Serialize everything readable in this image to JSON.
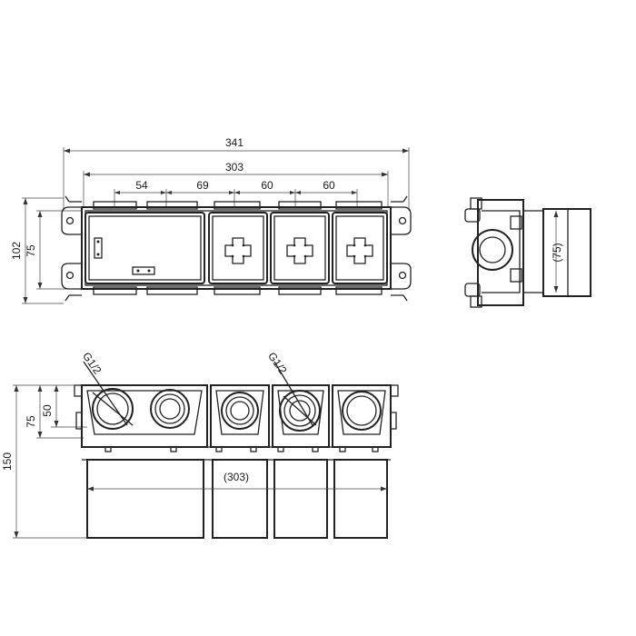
{
  "dimensions": {
    "top_view": {
      "overall_width": "341",
      "box_width": "303",
      "segment_1": "54",
      "segment_2": "69",
      "segment_3": "60",
      "segment_4": "60",
      "height_outer": "102",
      "height_inner": "75"
    },
    "side_view": {
      "depth": "(75)"
    },
    "front_view": {
      "thread_left": "G1/2",
      "thread_right": "G1/2",
      "height_50": "50",
      "height_75": "75",
      "height_150": "150",
      "width_ref": "(303)"
    }
  }
}
